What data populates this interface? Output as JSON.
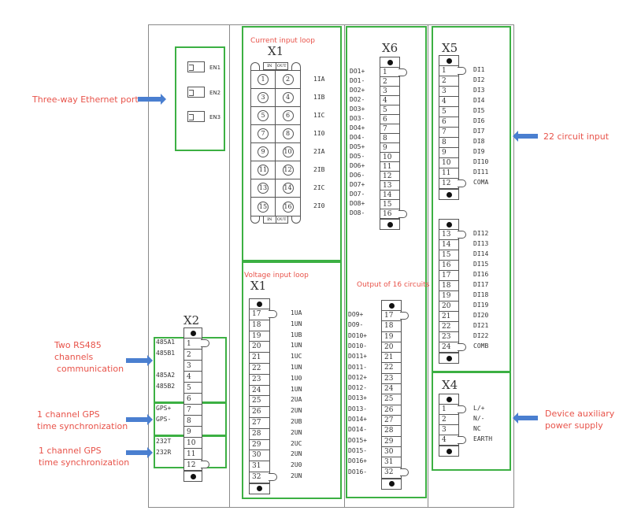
{
  "annotations": {
    "ethernet": "Three-way Ethernet port",
    "rs485": [
      "Two RS485",
      "channels",
      "communication"
    ],
    "gps1": [
      "1 channel GPS",
      "time synchronization"
    ],
    "gps2": [
      "1 channel GPS",
      "time synchronization"
    ],
    "di_input": "22 circuit input",
    "aux_power": [
      "Device auxiliary",
      "power supply"
    ]
  },
  "ethernet_ports": [
    "EN1",
    "EN2",
    "EN3"
  ],
  "x1_current": {
    "caption": "Current input loop",
    "title": "X1",
    "in_label": "IN",
    "out_label": "OUT",
    "rows": [
      {
        "a": "1",
        "b": "2",
        "signal": "1IA"
      },
      {
        "a": "3",
        "b": "4",
        "signal": "1IB"
      },
      {
        "a": "5",
        "b": "6",
        "signal": "1IC"
      },
      {
        "a": "7",
        "b": "8",
        "signal": "1I0"
      },
      {
        "a": "9",
        "b": "10",
        "signal": "2IA"
      },
      {
        "a": "11",
        "b": "12",
        "signal": "2IB"
      },
      {
        "a": "13",
        "b": "14",
        "signal": "2IC"
      },
      {
        "a": "15",
        "b": "16",
        "signal": "2I0"
      }
    ]
  },
  "x1_voltage": {
    "caption": "Voltage input loop",
    "title": "X1",
    "pins": [
      "17",
      "18",
      "19",
      "20",
      "21",
      "22",
      "23",
      "24",
      "25",
      "26",
      "27",
      "28",
      "29",
      "30",
      "31",
      "32"
    ],
    "signals": [
      "1UA",
      "1UN",
      "1UB",
      "1UN",
      "1UC",
      "1UN",
      "1U0",
      "1UN",
      "2UA",
      "2UN",
      "2UB",
      "2UN",
      "2UC",
      "2UN",
      "2U0",
      "2UN"
    ]
  },
  "x6": {
    "title": "X6",
    "caption": "Output of 16 circuits",
    "pins_top": [
      "1",
      "2",
      "3",
      "4",
      "5",
      "6",
      "7",
      "8",
      "9",
      "10",
      "11",
      "12",
      "13",
      "14",
      "15",
      "16"
    ],
    "signals_top": [
      "DO1+",
      "DO1-",
      "DO2+",
      "DO2-",
      "DO3+",
      "DO3-",
      "DO4+",
      "DO4-",
      "DO5+",
      "DO5-",
      "DO6+",
      "DO6-",
      "DO7+",
      "DO7-",
      "DO8+",
      "DO8-"
    ],
    "pins_bottom": [
      "17",
      "18",
      "19",
      "20",
      "21",
      "22",
      "23",
      "24",
      "25",
      "26",
      "27",
      "28",
      "29",
      "30",
      "31",
      "32"
    ],
    "signals_bottom": [
      "DO9+",
      "DO9-",
      "DO10+",
      "DO10-",
      "DO11+",
      "DO11-",
      "DO12+",
      "DO12-",
      "DO13+",
      "DO13-",
      "DO14+",
      "DO14-",
      "DO15+",
      "DO15-",
      "DO16+",
      "DO16-"
    ]
  },
  "x5": {
    "title": "X5",
    "pins_a": [
      "1",
      "2",
      "3",
      "4",
      "5",
      "6",
      "7",
      "8",
      "9",
      "10",
      "11",
      "12"
    ],
    "signals_a": [
      "DI1",
      "DI2",
      "DI3",
      "DI4",
      "DI5",
      "DI6",
      "DI7",
      "DI8",
      "DI9",
      "DI10",
      "DI11",
      "COMA"
    ],
    "pins_b": [
      "13",
      "14",
      "15",
      "16",
      "17",
      "18",
      "19",
      "20",
      "21",
      "22",
      "23",
      "24"
    ],
    "signals_b": [
      "DI12",
      "DI13",
      "DI14",
      "DI15",
      "DI16",
      "DI17",
      "DI18",
      "DI19",
      "DI20",
      "DI21",
      "DI22",
      "COMB"
    ]
  },
  "x4": {
    "title": "X4",
    "pins": [
      "1",
      "2",
      "3",
      "4"
    ],
    "signals": [
      "L/+",
      "N/-",
      "NC",
      "EARTH"
    ]
  },
  "x2": {
    "title": "X2",
    "pins": [
      "1",
      "2",
      "3",
      "4",
      "5",
      "6",
      "7",
      "8",
      "9",
      "10",
      "11",
      "12"
    ],
    "signals": [
      "485A1",
      "485B1",
      "",
      "485A2",
      "485B2",
      "",
      "GPS+",
      "GPS-",
      "",
      "232T",
      "232R",
      ""
    ]
  },
  "colors": {
    "highlight_box": "#3cb043",
    "annotation_text": "#e8534a",
    "arrow": "#4a7fd0"
  }
}
